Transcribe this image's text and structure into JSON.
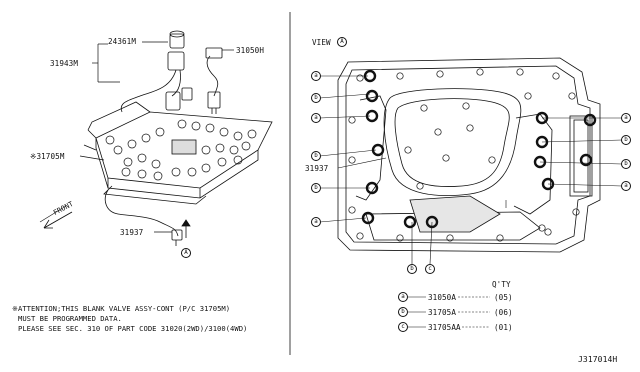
{
  "view_label": "VIEW",
  "view_ref": "A",
  "left_parts": {
    "p24361m": "24361M",
    "p31943m": "31943M",
    "p31050h": "31050H",
    "p31705m": "※31705M",
    "p31937": "31937",
    "front": "FRONT",
    "arrow_ref": "A"
  },
  "right_parts": {
    "p31937": "31937"
  },
  "callout_letters": [
    "a",
    "b",
    "a",
    "b",
    "b",
    "a",
    "a",
    "b",
    "b",
    "a",
    "c"
  ],
  "qty": {
    "header": "Q'TY",
    "rows": [
      {
        "ref": "a",
        "part": "31050A",
        "qty": "(05)"
      },
      {
        "ref": "b",
        "part": "31705A",
        "qty": "(06)"
      },
      {
        "ref": "c",
        "part": "31705AA",
        "qty": "(01)"
      }
    ]
  },
  "notes": [
    "※ATTENTION;THIS BLANK VALVE ASSY-CONT (P/C 31705M)",
    "MUST BE PROGRAMMED DATA.",
    "PLEASE SEE SEC. 310 OF PART CODE 31020(2WD)/3100(4WD)"
  ],
  "diagram_code": "J317014H"
}
